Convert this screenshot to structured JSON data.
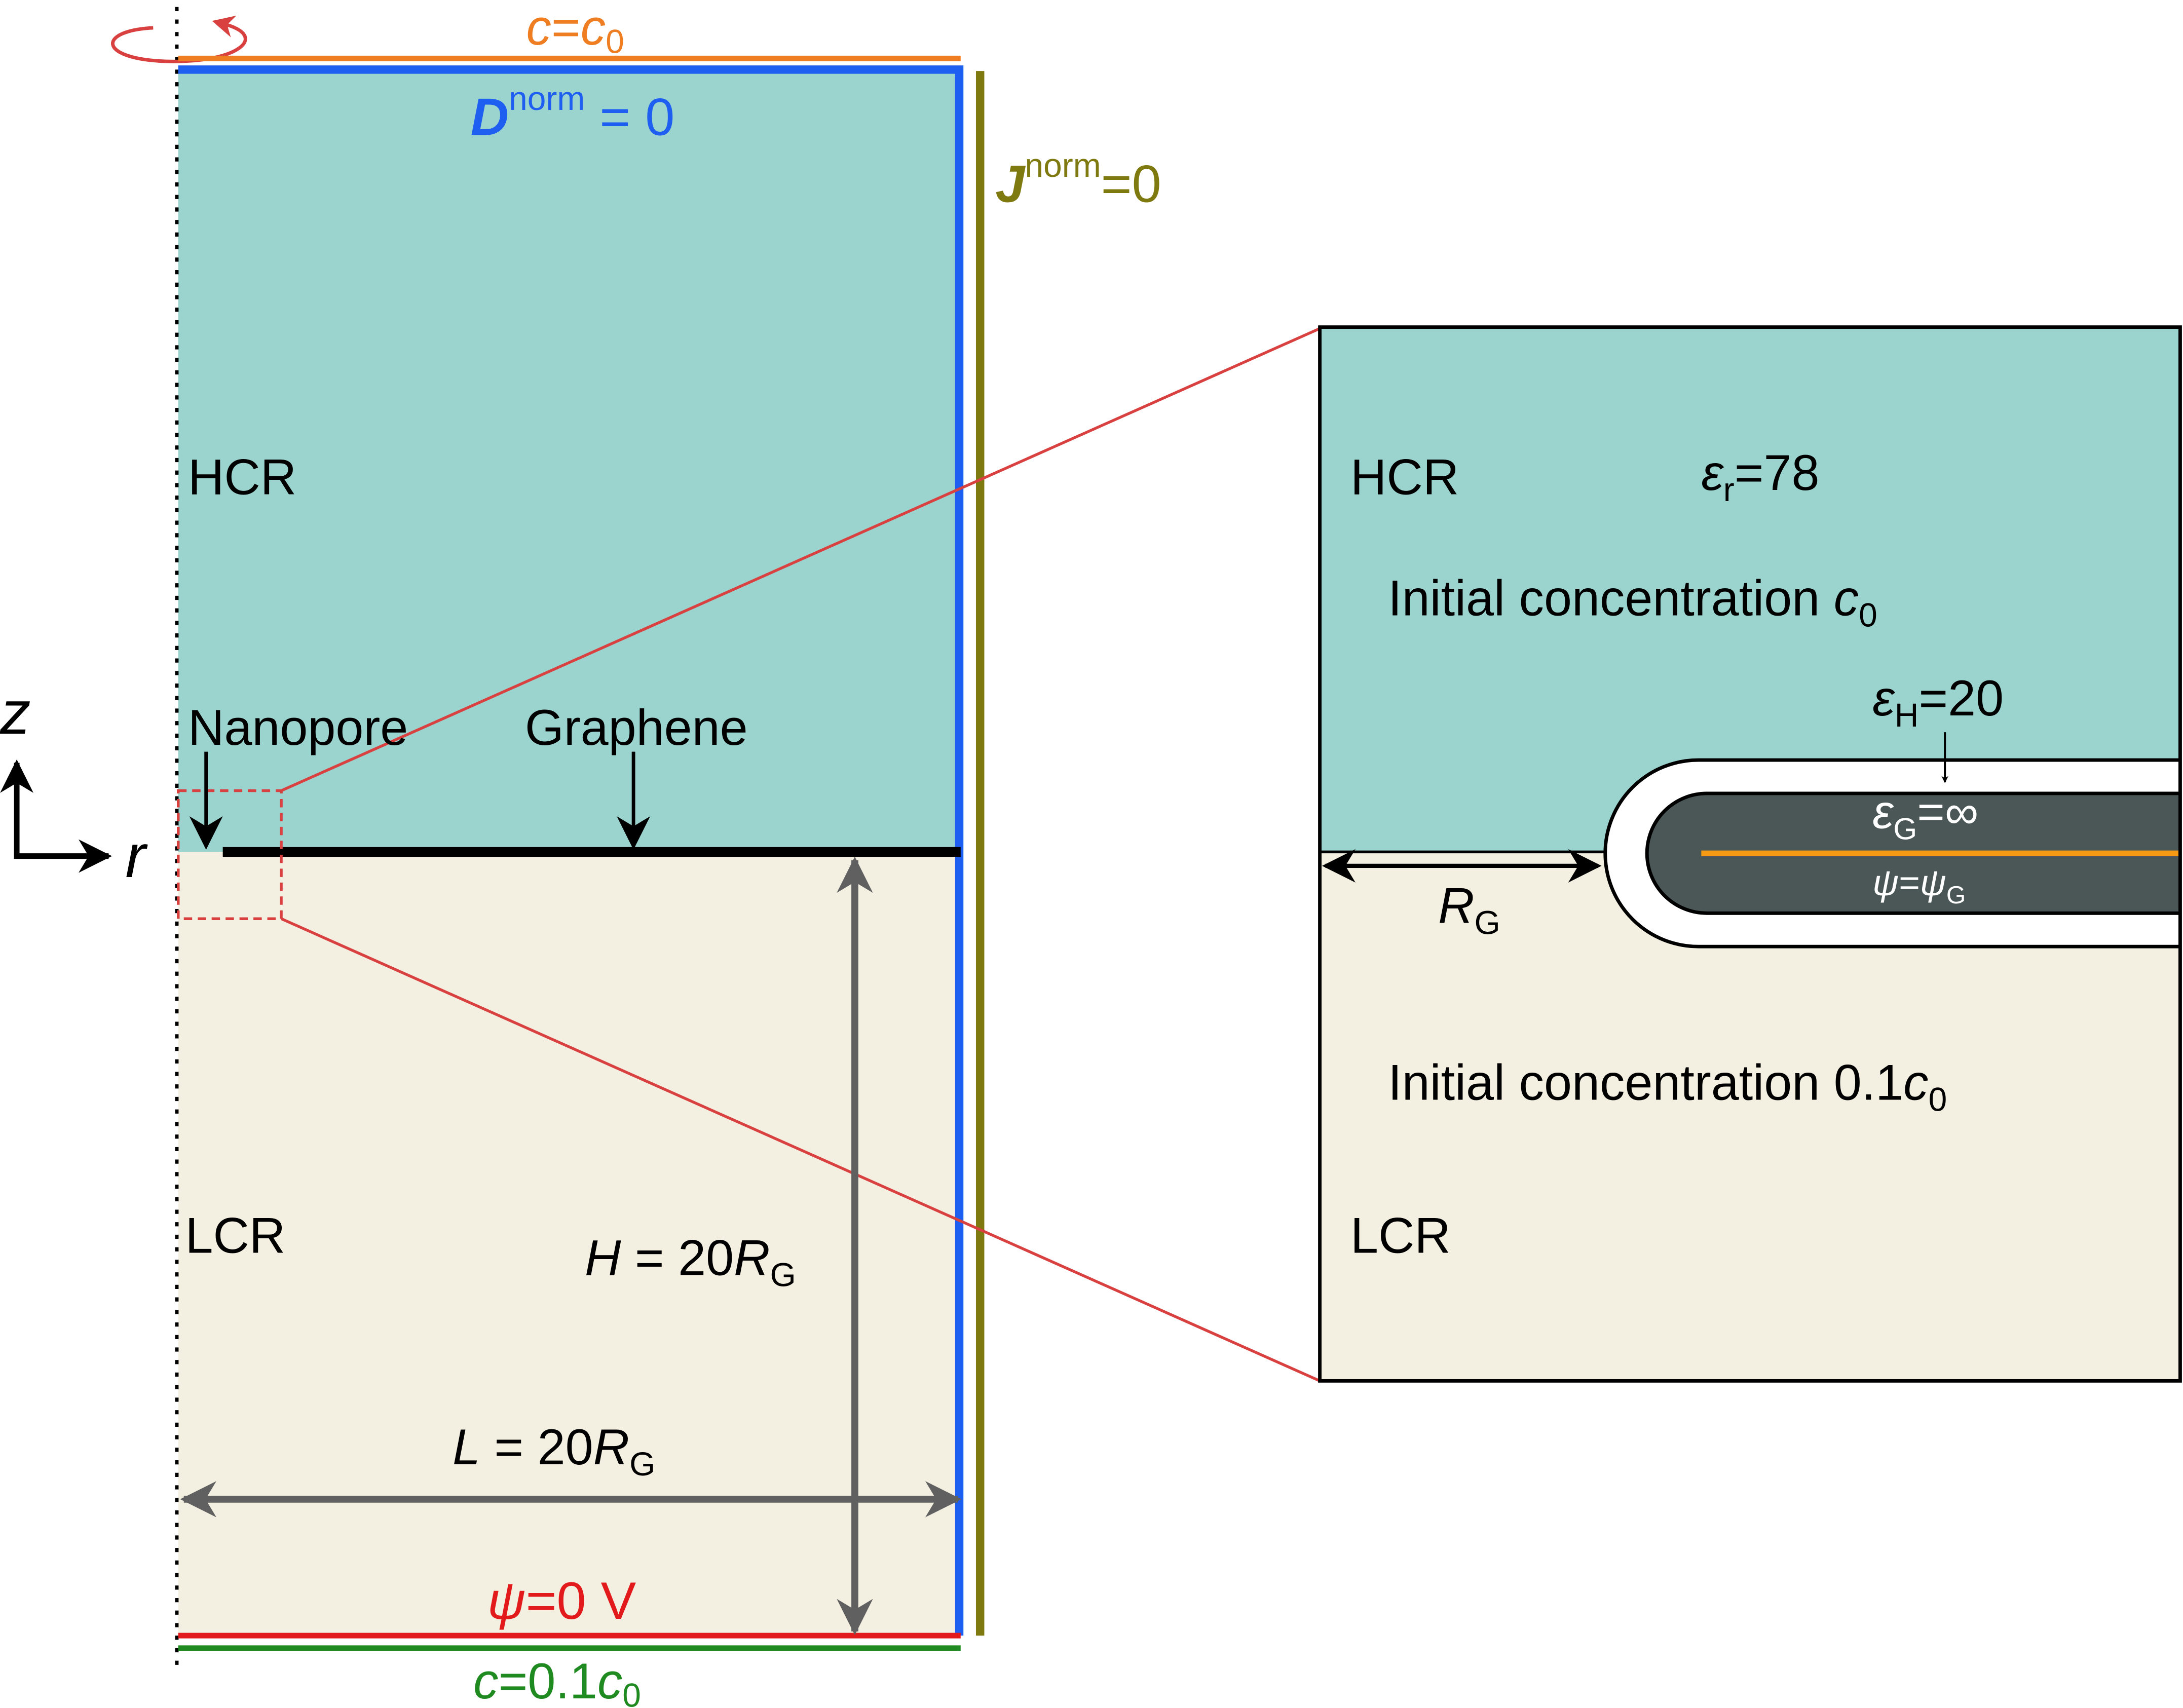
{
  "boundary_conditions": {
    "top_concentration": {
      "var": "c",
      "eq": "=",
      "value": "c",
      "sub": "0"
    },
    "displacement": {
      "var": "D",
      "sup": "norm",
      "eq": " = 0"
    },
    "flux": {
      "var": "J",
      "sup": "norm",
      "eq": "=0"
    },
    "potential": {
      "var": "ψ",
      "eq": "=0 V"
    },
    "bottom_concentration": {
      "var": "c",
      "eq": "=0.1",
      "value": "c",
      "sub": "0"
    }
  },
  "axes": {
    "z": "z",
    "r": "r"
  },
  "main": {
    "hcr": "HCR",
    "lcr": "LCR",
    "nanopore": "Nanopore",
    "graphene": "Graphene",
    "height": {
      "var": "H",
      "eq": " = 20",
      "R": "R",
      "sub": "G"
    },
    "length": {
      "var": "L",
      "eq": " = 20",
      "R": "R",
      "sub": "G"
    }
  },
  "zoom": {
    "hcr": "HCR",
    "lcr": "LCR",
    "eps_r": {
      "sym": "ε",
      "sub": "r",
      "eq": "=78"
    },
    "init_top": {
      "text": "Initial concentration ",
      "var": "c",
      "sub": "0"
    },
    "eps_h": {
      "sym": "ε",
      "sub": "H",
      "eq": "=20"
    },
    "eps_g": {
      "sym": "ε",
      "sub": "G",
      "eq": "=∞"
    },
    "psi_g": {
      "sym": "ψ",
      "eq": "=",
      "sym2": "ψ",
      "sub": "G"
    },
    "rg": {
      "var": "R",
      "sub": "G"
    },
    "init_bottom": {
      "text": "Initial concentration 0.1",
      "var": "c",
      "sub": "0"
    }
  },
  "colors": {
    "hcr_fill": "#9bd3ce",
    "lcr_fill": "#f3f0e1",
    "top_c": "#ef7d22",
    "displacement": "#1e5ef0",
    "flux": "#7f7a10",
    "potential": "#e31a1c",
    "bottom_c": "#1f8a1f",
    "zoom_line": "#d94040",
    "graphene_core": "#4a5756",
    "graphene_center": "#f59a12",
    "dimension": "#606060"
  }
}
